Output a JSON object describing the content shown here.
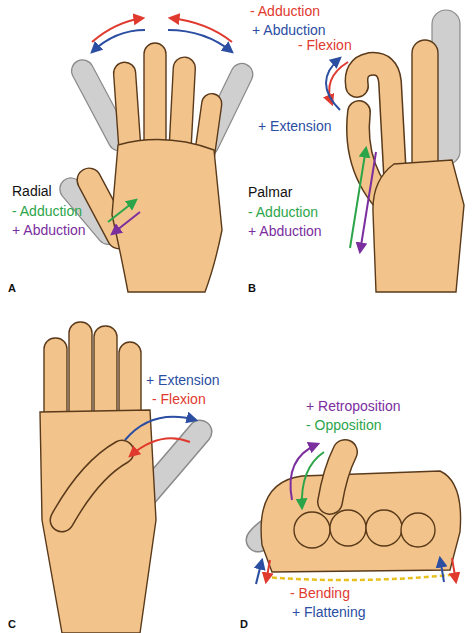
{
  "diagram": {
    "labels": [
      "- Adduction",
      "+ Abduction",
      "Radial",
      "- Adduction",
      "+ Abduction",
      "A",
      "- Flexion",
      "+ Extension",
      "Palmar",
      "- Adduction",
      "+ Abduction",
      "B",
      "+ Extension",
      "- Flexion",
      "C",
      "+ Retroposition",
      "- Opposition",
      "- Bending",
      "+ Flattening",
      "D"
    ]
  }
}
